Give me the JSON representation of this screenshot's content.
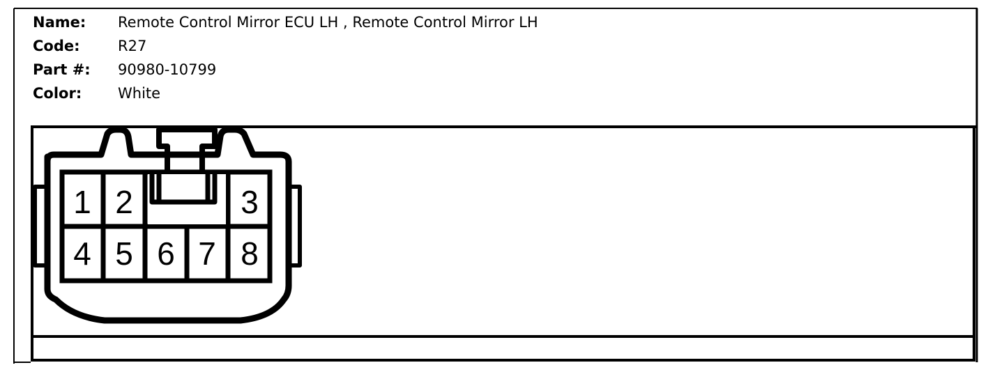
{
  "connector": {
    "fields": [
      {
        "label": "Name:",
        "value": "Remote Control Mirror ECU LH , Remote Control Mirror LH"
      },
      {
        "label": "Code:",
        "value": "R27"
      },
      {
        "label": "Part #:",
        "value": "90980-10799"
      },
      {
        "label": "Color:",
        "value": "White"
      }
    ],
    "pins": [
      "1",
      "2",
      "3",
      "4",
      "5",
      "6",
      "7",
      "8"
    ]
  }
}
